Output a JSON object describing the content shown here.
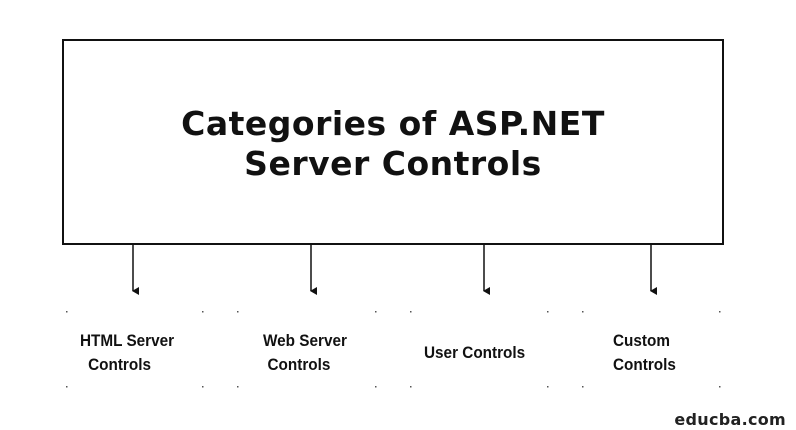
{
  "title": {
    "line1": "Categories of ASP.NET",
    "line2": "Server Controls"
  },
  "categories": [
    {
      "line1": "HTML Server",
      "line2": "Controls"
    },
    {
      "line1": "Web Server",
      "line2": "Controls"
    },
    {
      "line1": "User Controls",
      "line2": ""
    },
    {
      "line1": "Custom",
      "line2": "Controls"
    }
  ],
  "watermark": "educba.com",
  "colors": {
    "stroke": "#111111",
    "background": "#ffffff"
  }
}
